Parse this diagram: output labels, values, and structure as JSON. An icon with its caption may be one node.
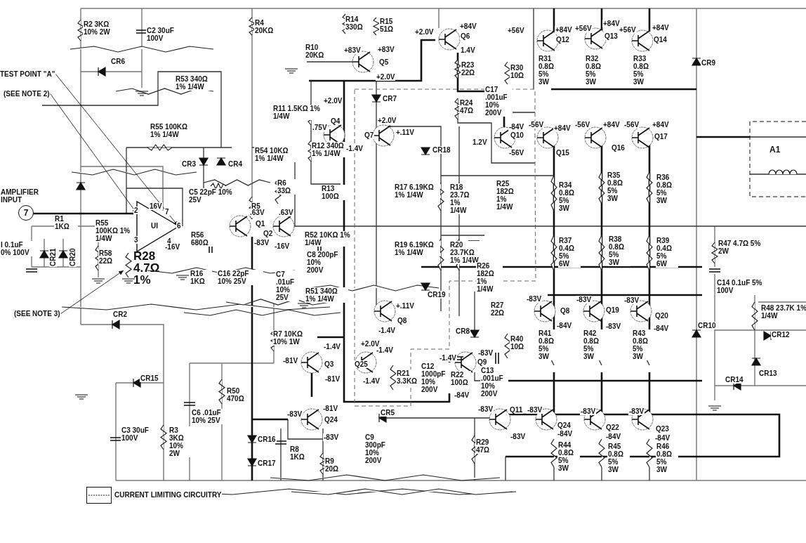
{
  "diagram": {
    "nodes": [
      {
        "text": [
          "TEST POINT \"A\""
        ]
      },
      {
        "text": [
          "(SEE NOTE 2)"
        ]
      },
      {
        "text": [
          "A1"
        ]
      },
      {
        "text": [
          "UI"
        ]
      },
      {
        "text": [
          "7"
        ]
      },
      {
        "text": [
          "R28 4.7Ω 1%"
        ]
      },
      {
        "text": [
          "(SEE NOTE 3)"
        ]
      }
    ],
    "edges": [
      {
        "from": 0,
        "to": 3,
        "arrow": "to"
      },
      {
        "from": 1,
        "to": 3,
        "arrow": "to"
      },
      {
        "from": 6,
        "to": 5,
        "arrow": "to"
      }
    ],
    "labels": [
      "R2 3KΩ 10% 2W",
      "C2 30uF 100V",
      "R4 20KΩ",
      "R14 330Ω",
      "R15 51Ω",
      "+2.0V",
      "+84V",
      "Q6",
      "+56V",
      "+84V",
      "Q12",
      "+56V",
      "+84V",
      "Q13",
      "+56V",
      "+84V",
      "Q14",
      "R10 20KΩ",
      "+83V",
      "+83V",
      "Q5",
      "1.4V",
      "R23 22Ω",
      "R30 10Ω",
      "R31 0.8Ω 5% 3W",
      "R32 0.8Ω 5% 3W",
      "R33 0.8Ω 5% 3W",
      "CR6",
      "CR9",
      "R53 340Ω 1% 1/4W",
      "+2.0V",
      "C17 .001uF 10% 200V",
      "+2.0V",
      "CR7",
      "R11 1.5KΩ 1% 1/4W",
      "R24 47Ω",
      "Q4",
      "+2.0V",
      ".75V",
      "+.11V",
      "Q7",
      "-84V",
      "Q10",
      "-56V",
      "+84V",
      "-56V",
      "+84V",
      "-56V",
      "+84V",
      "R55 100KΩ 1% 1/4W",
      "1.2V",
      "-56V",
      "CR18",
      "R54 10KΩ 1% 1/4W",
      "R12 340Ω 1% 1/4W",
      "-1.4V",
      "CR3",
      "CR4",
      "Q15",
      "Q16",
      "Q17",
      "R13 100Ω",
      "R25 182Ω 1% 1/4W",
      "R17 6.19KΩ 1% 1/4W",
      "R18 23.7Ω 1% 1/4W",
      "R34 0.8Ω 5% 3W",
      "R35 0.8Ω 5% 3W",
      "R36 0.8Ω 5% 3W",
      "AMPLIFIER INPUT",
      "C5 22pF 10% 25V",
      "R5 33Ω",
      "R6 33Ω",
      "2",
      "16V",
      "7",
      ".63V",
      ".63V",
      "R1 1KΩ",
      "R55 100KΩ 1% 1/4W",
      "6",
      "Q1",
      "Q2",
      "R56 680Ω",
      "R52 10KΩ 1% 1/4W",
      "I 0.1uF 0% 100V",
      "3",
      "4",
      "-83V",
      "-16V",
      "-16V",
      "R19 6.19KΩ 1% 1/4W",
      "R20 23.7KΩ 1% 1/4W",
      "R37 0.4Ω 5% 6W",
      "R38 0.8Ω 5% 3W",
      "R39 0.4Ω 5% 6W",
      "R47 4.7Ω 5% 2W",
      "CR21",
      "CR20",
      "R58 22Ω",
      "C8 200pF 10% 200V",
      "R26 182Ω 1% 1/4W",
      "R16 1KΩ",
      "C16 22pF 10% 25V",
      "C7 .01uF 10% 25V",
      "C14 0.1uF 5% 100V",
      "R51 340Ω 1% 1/4W",
      "CR19",
      "-83V",
      "-83V",
      "-83V",
      "R27 22Ω",
      "+.11V",
      "Q8",
      "Q19",
      "CR2",
      "Q20",
      "Q8",
      "R48 23.7K 1% 1/4W",
      "-1.4V",
      "CR8",
      "-84V",
      "-83V",
      "-84V",
      "CR10",
      "R7 10KΩ 10% 1W",
      "R40 10Ω",
      "R41 0.8Ω 5% 3W",
      "R42 0.8Ω 5% 3W",
      "R43 0.8Ω 5% 3W",
      "CR12",
      "-1.4V",
      "+2.0V",
      "-1.4V",
      "-1.4V",
      "-83V",
      "-81V",
      "Q3",
      "Q25",
      "R21 3.3KΩ",
      "C12 1000pF 10% 200V",
      "R22 100Ω",
      "Q9",
      "C13 .001uF 10% 200V",
      "CR13",
      "-81V",
      "-1.4V",
      "-84V",
      "CR15",
      "CR14",
      "R50 470Ω",
      "C6 .01uF 10% 25V",
      "-83V",
      "-81V",
      "CR5",
      "-83V",
      "Q11",
      "-83V",
      "-83V",
      "-83V",
      "Q24",
      "Q24",
      "Q22",
      "Q23",
      "C3 30uF 100V",
      "R3 3KΩ 10% 2W",
      "CR16",
      "-83V",
      "C9 300pF 10% 200V",
      "R29 47Ω",
      "-83V",
      "-84V",
      "-84V",
      "-84V",
      "R44 0.8Ω 5% 3W",
      "R45 0.8Ω 5% 3W",
      "R46 0.8Ω 5% 3W",
      "R8 1KΩ",
      "R9 20Ω",
      "CR17"
    ],
    "legend": [
      {
        "text": "CURRENT LIMITING CIRCUITRY"
      }
    ]
  }
}
